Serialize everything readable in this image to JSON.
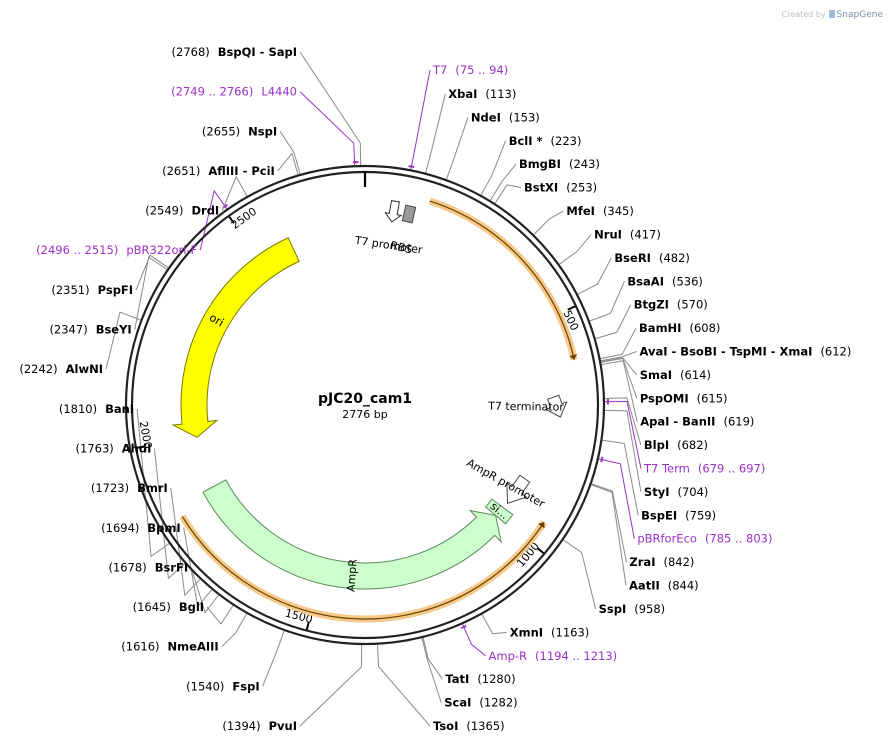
{
  "brand": {
    "credit": "Created by",
    "name": "SnapGene"
  },
  "plasmid": {
    "name": "pJC20_cam1",
    "length_label": "2776 bp"
  },
  "ticks": [
    {
      "pos": 500,
      "label": "500"
    },
    {
      "pos": 1000,
      "label": "1000"
    },
    {
      "pos": 1500,
      "label": "1500"
    },
    {
      "pos": 2000,
      "label": "2000"
    },
    {
      "pos": 2500,
      "label": "2500"
    }
  ],
  "features": [
    {
      "name": "ori",
      "start": 1998,
      "end": 2586,
      "dir": "ccw",
      "color": "#ffff00",
      "stroke": "#7a7a00",
      "label_pos": 2310
    },
    {
      "name": "AmpR",
      "start": 1004,
      "end": 1864,
      "dir": "ccw",
      "color": "#ccffcc",
      "stroke": "#5a8a5a",
      "label_pos": 1420
    },
    {
      "name": "si...",
      "start": 976,
      "end": 1004,
      "dir": "none",
      "color": "#ccffcc",
      "stroke": "#5a8a5a",
      "label_pos": 990
    }
  ],
  "orfs": [
    {
      "start": 136,
      "end": 600,
      "dir": "cw"
    },
    {
      "start": 950,
      "end": 1840,
      "dir": "ccw"
    }
  ],
  "primer_marks": [
    2759,
    85,
    2505,
    688,
    794,
    1203
  ],
  "inside_labels": [
    {
      "text": "RBS",
      "pos": 100
    },
    {
      "text": "T7 promoter",
      "pos": 65
    },
    {
      "text": "T7 terminator",
      "pos": 700
    },
    {
      "text": "AmpR promoter",
      "pos": 920
    }
  ],
  "right_labels": [
    {
      "name": "XbaI",
      "num": "(113)",
      "site": 113
    },
    {
      "name": "NdeI",
      "num": "(153)",
      "site": 153
    },
    {
      "name": "BclI *",
      "num": "(223)",
      "site": 223
    },
    {
      "name": "BmgBI",
      "num": "(243)",
      "site": 243
    },
    {
      "name": "BstXI",
      "num": "(253)",
      "site": 253
    },
    {
      "name": "MfeI",
      "num": "(345)",
      "site": 345
    },
    {
      "name": "NruI",
      "num": "(417)",
      "site": 417
    },
    {
      "name": "BseRI",
      "num": "(482)",
      "site": 482
    },
    {
      "name": "BsaAI",
      "num": "(536)",
      "site": 536
    },
    {
      "name": "BtgZI",
      "num": "(570)",
      "site": 570
    },
    {
      "name": "BamHI",
      "num": "(608)",
      "site": 608
    },
    {
      "name": "AvaI  - BsoBI  - TspMI  - XmaI",
      "num": "(612)",
      "site": 612
    },
    {
      "name": "SmaI",
      "num": "(614)",
      "site": 614
    },
    {
      "name": "PspOMI",
      "num": "(615)",
      "site": 615
    },
    {
      "name": "ApaI  - BanII",
      "num": "(619)",
      "site": 619
    },
    {
      "name": "BlpI",
      "num": "(682)",
      "site": 682
    },
    {
      "name": "T7 Term",
      "num": "(679 .. 697)",
      "site": 688,
      "purple": true
    },
    {
      "name": "StyI",
      "num": "(704)",
      "site": 704
    },
    {
      "name": "BspEI",
      "num": "(759)",
      "site": 759
    },
    {
      "name": "pBRforEco",
      "num": "(785 .. 803)",
      "site": 794,
      "purple": true
    },
    {
      "name": "ZraI",
      "num": "(842)",
      "site": 842
    },
    {
      "name": "AatII",
      "num": "(844)",
      "site": 844
    },
    {
      "name": "SspI",
      "num": "(958)",
      "site": 958
    },
    {
      "name": "XmnI",
      "num": "(1163)",
      "site": 1163
    },
    {
      "name": "Amp-R",
      "num": "(1194 .. 1213)",
      "site": 1203,
      "purple": true
    },
    {
      "name": "TatI",
      "num": "(1280)",
      "site": 1280
    },
    {
      "name": "ScaI",
      "num": "(1282)",
      "site": 1282
    },
    {
      "name": "TsoI",
      "num": "(1365)",
      "site": 1365
    }
  ],
  "left_labels": [
    {
      "name": "PvuI",
      "num": "(1394)",
      "site": 1394
    },
    {
      "name": "FspI",
      "num": "(1540)",
      "site": 1540
    },
    {
      "name": "NmeAIII",
      "num": "(1616)",
      "site": 1616
    },
    {
      "name": "BglI",
      "num": "(1645)",
      "site": 1645
    },
    {
      "name": "BsrFI",
      "num": "(1678)",
      "site": 1678
    },
    {
      "name": "BpmI",
      "num": "(1694)",
      "site": 1694
    },
    {
      "name": "BmrI",
      "num": "(1723)",
      "site": 1723
    },
    {
      "name": "AhdI",
      "num": "(1763)",
      "site": 1763
    },
    {
      "name": "BanI",
      "num": "(1810)",
      "site": 1810
    },
    {
      "name": "AlwNI",
      "num": "(2242)",
      "site": 2242
    },
    {
      "name": "BseYI",
      "num": "(2347)",
      "site": 2347
    },
    {
      "name": "PspFI",
      "num": "(2351)",
      "site": 2351
    },
    {
      "name": "pBR322ori-F",
      "num": "(2496 .. 2515)",
      "site": 2505,
      "purple": true
    },
    {
      "name": "DrdI",
      "num": "(2549)",
      "site": 2549
    },
    {
      "name": "AflIII  - PciI",
      "num": "(2651)",
      "site": 2651
    },
    {
      "name": "NspI",
      "num": "(2655)",
      "site": 2655
    },
    {
      "name": "L4440",
      "num": "(2749 .. 2766)",
      "site": 2757,
      "purple": true
    },
    {
      "name": "BspQI  - SapI",
      "num": "(2768)",
      "site": 2768
    }
  ],
  "top_labels": [
    {
      "name": "T7",
      "num": "(75 .. 94)",
      "site": 85,
      "purple": true
    }
  ]
}
